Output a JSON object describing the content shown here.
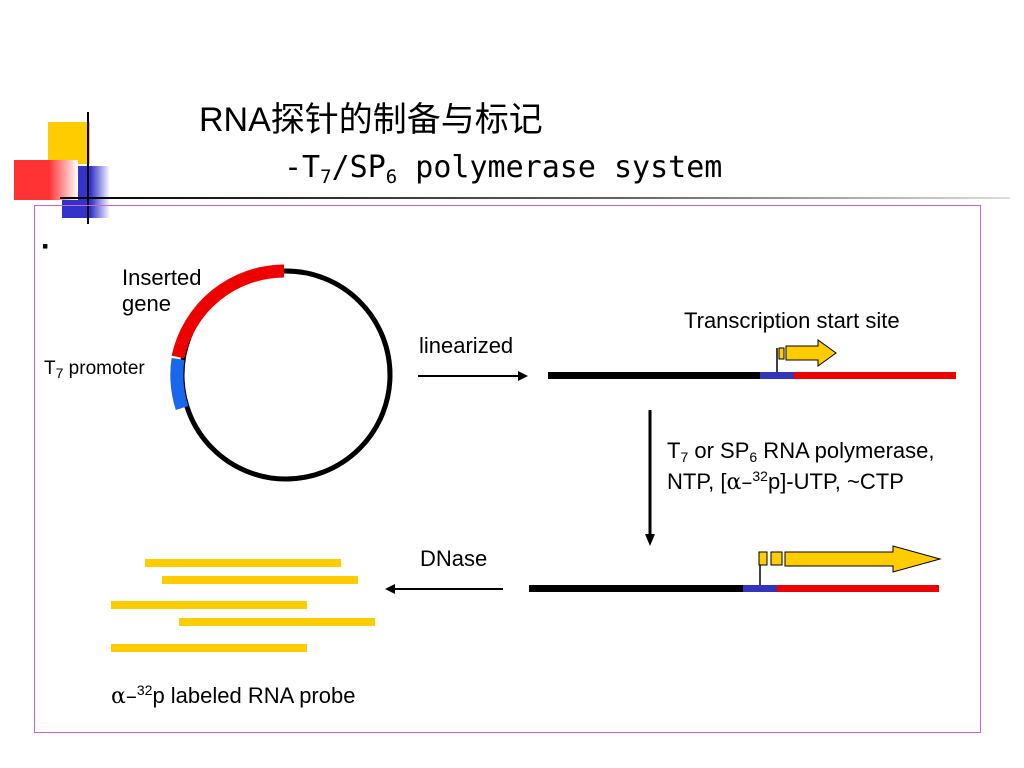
{
  "title": {
    "line1": "RNA探针的制备与标记",
    "line2_a": "-T",
    "line2_sub1": "7",
    "line2_b": "/SP",
    "line2_sub2": "6",
    "line2_c": " polymerase system"
  },
  "bullet": "▪",
  "labels": {
    "inserted_gene": "Inserted",
    "inserted_gene_2": "gene",
    "t7_promoter_a": "T",
    "t7_promoter_sub": "7",
    "t7_promoter_b": " promoter",
    "linearized": "linearized",
    "transcription_start_site": "Transcription start site",
    "polymerase_line1_a": "T",
    "polymerase_line1_sub1": "7",
    "polymerase_line1_b": " or SP",
    "polymerase_line1_sub2": "6",
    "polymerase_line1_c": " RNA polymerase,",
    "polymerase_line2_a": "NTP, [",
    "polymerase_line2_alpha": "α–",
    "polymerase_line2_sup": "32",
    "polymerase_line2_b": "p]-UTP, ~CTP",
    "dnase": "DNase",
    "probe_alpha": "α–",
    "probe_sup": "32",
    "probe_b": "p labeled RNA probe"
  },
  "colors": {
    "gene": "#ee0000",
    "promoter": "#1a66ee",
    "dna": "#000000",
    "promoter_segment": "#3333bb",
    "rna": "#ffcc00",
    "frame": "#cc66cc",
    "deco_yellow": "#ffcc00",
    "deco_red": "#ff3333",
    "deco_blue": "#3333cc"
  }
}
